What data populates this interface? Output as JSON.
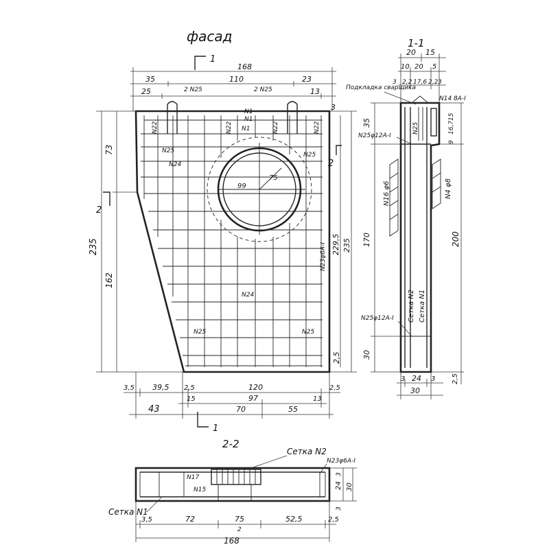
{
  "titles": {
    "facade": "фасад",
    "section_1_1": "1-1",
    "section_2_2": "2-2"
  },
  "cut_marks": {
    "one": "1",
    "two": "2"
  },
  "facade_dims": {
    "total_width": "168",
    "top_left": "35",
    "top_mid": "110",
    "top_right": "23",
    "second_left": "25",
    "second_right": "13",
    "left_total": "235",
    "left_upper": "73",
    "left_lower": "162",
    "right_229": "229,5",
    "right_235": "235",
    "right_25": "2,5",
    "right_3": "3",
    "bottom_35": "3,5",
    "bottom_395": "39,5",
    "bottom_25a": "2,5",
    "bottom_120": "120",
    "bottom_25b": "2,5",
    "bottom_15": "15",
    "bottom_97": "97",
    "bottom_13": "13",
    "bottom_43": "43",
    "bottom_70": "70",
    "bottom_55": "55",
    "circle_r": "75",
    "circle_offset": "99"
  },
  "facade_labels": {
    "loop_left": "2 N25",
    "loop_right": "2 N25",
    "n22_a": "N22",
    "n22_b": "N22",
    "n22_c": "N22",
    "n22_d": "N22",
    "n1_a": "N1",
    "n1_b": "N1",
    "n1_c": "N1",
    "n25_a": "N25",
    "n25_b": "N25",
    "n25_c": "N25",
    "n25_d": "N25",
    "n24_a": "N24",
    "n24_b": "N24",
    "n23": "N23φ6А-I"
  },
  "section_1_1": {
    "dim_20": "20",
    "dim_15": "15",
    "dim_10": "10",
    "dim_20b": "20",
    "dim_5": "5",
    "dim_3a": "3",
    "dim_22": "2,2",
    "dim_176": "17,6",
    "dim_22b": "2,2",
    "dim_3b": "3",
    "weld": "Подкладка сварщика",
    "n14": "N14 8А-I",
    "n25top": "N25",
    "n25_12": "N25φ12А-I",
    "n25_12b": "N25φ12А-I",
    "n16": "N16 φ6",
    "n4": "N4 φ8",
    "setka2": "Сетка N2",
    "setka1": "Сетка N1",
    "left_35": "35",
    "left_170": "170",
    "left_30": "30",
    "right_9": "9",
    "right_15": "15",
    "right_167": "16,7",
    "right_200": "200",
    "bot_3a": "3",
    "bot_24": "24",
    "bot_3b": "3",
    "bot_30": "30",
    "bot_25": "2,5"
  },
  "section_2_2": {
    "setka2": "Сетка N2",
    "setka1": "Сетка N1",
    "n23": "N23φ6А-I",
    "n17": "N17",
    "n15": "N15",
    "dim_35": "3,5",
    "dim_72": "72",
    "dim_75": "75",
    "dim_2": "2",
    "dim_525": "52,5",
    "dim_25": "2,5",
    "dim_168": "168",
    "right_24": "24",
    "right_30": "30",
    "right_3": "3",
    "right_3b": "3"
  },
  "colors": {
    "ink": "#222222",
    "paper": "#ffffff"
  }
}
